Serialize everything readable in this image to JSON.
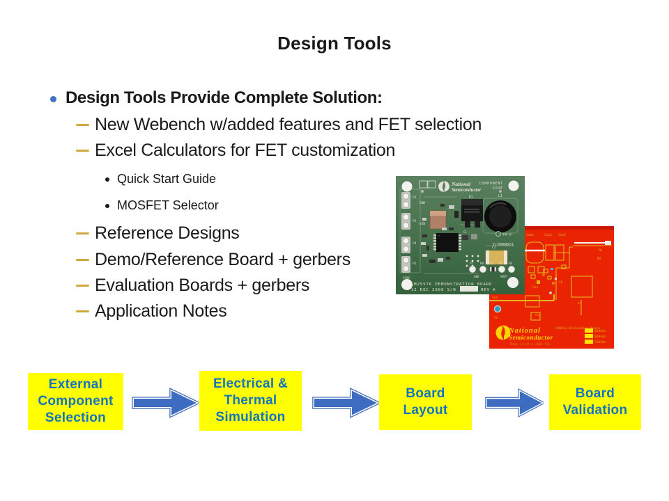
{
  "slide": {
    "title": "Design Tools"
  },
  "list": {
    "heading": "Design Tools Provide Complete Solution:",
    "items": [
      {
        "text": "New Webench w/added features and FET selection"
      },
      {
        "text": "Excel Calculators for FET customization"
      },
      {
        "text": "Quick Start Guide"
      },
      {
        "text": "MOSFET Selector"
      },
      {
        "text": "Reference Designs"
      },
      {
        "text": "Demo/Reference Board + gerbers"
      },
      {
        "text": "Evaluation Boards + gerbers"
      },
      {
        "text": "Application Notes"
      }
    ]
  },
  "flow": {
    "steps": [
      {
        "label": "External\nComponent\nSelection"
      },
      {
        "label": "Electrical &\nThermal\nSimulation"
      },
      {
        "label": "Board\nLayout"
      },
      {
        "label": "Board\nValidation"
      }
    ]
  },
  "green_board": {
    "brand_line1": "National",
    "brand_line2": "Semiconductor",
    "side_label_line1": "COMPONENT",
    "side_label_line2": "SIDE",
    "pin_p3": "P3",
    "pin_p2": "P2",
    "pin_p4": "P4",
    "pin_p1": "P1",
    "label_gnd_left": "GND",
    "label_vin": "VIN",
    "label_sync": "SYNC",
    "label_d1": "D1",
    "label_l1": "L1",
    "label_c1": "C1",
    "label_c2": "C2",
    "ul_rating": "94V-0",
    "date_code": "Yr2006Wk51",
    "pin_p7": "P7",
    "pin_p8": "P8",
    "label_c3": "C3",
    "pin_p5": "P5",
    "pin_p6": "P6",
    "label_gnd_bottom": "GND",
    "label_vout": "VOUT",
    "silk_title": "LM25576 DEMONSTRATION BOARD",
    "silk_date": "12 DEC 2006 S/N",
    "silk_rev": "REV A"
  },
  "red_board": {
    "label_cin1": "Cin1",
    "label_cin2": "Cin2",
    "label_cin3": "Cin3",
    "label_m1": "M1",
    "label_m2": "M2",
    "label_cb": "Cb",
    "label_css": "Css",
    "label_co3": "Co3",
    "label_co2": "Co2",
    "label_l1": "L1",
    "label_vo": "Vo",
    "brand_line1": "National",
    "brand_line2": "Semiconductor",
    "board_name": "LM255x Evaluation Board",
    "made_in": "Made in US © 2008 NSC",
    "legend": [
      {
        "label": "250kHz"
      },
      {
        "label": "500kHz"
      },
      {
        "label": "750kHz"
      }
    ]
  },
  "colors": {
    "flow_box_fill": "#FFFF00",
    "flow_text": "#1574BE",
    "arrow_blue": "#3A68B8",
    "bullet_blue": "#4472C4",
    "dash_gold": "#CFA93C",
    "pcb_green": "#47714D",
    "pcb_red": "#EA2303"
  }
}
